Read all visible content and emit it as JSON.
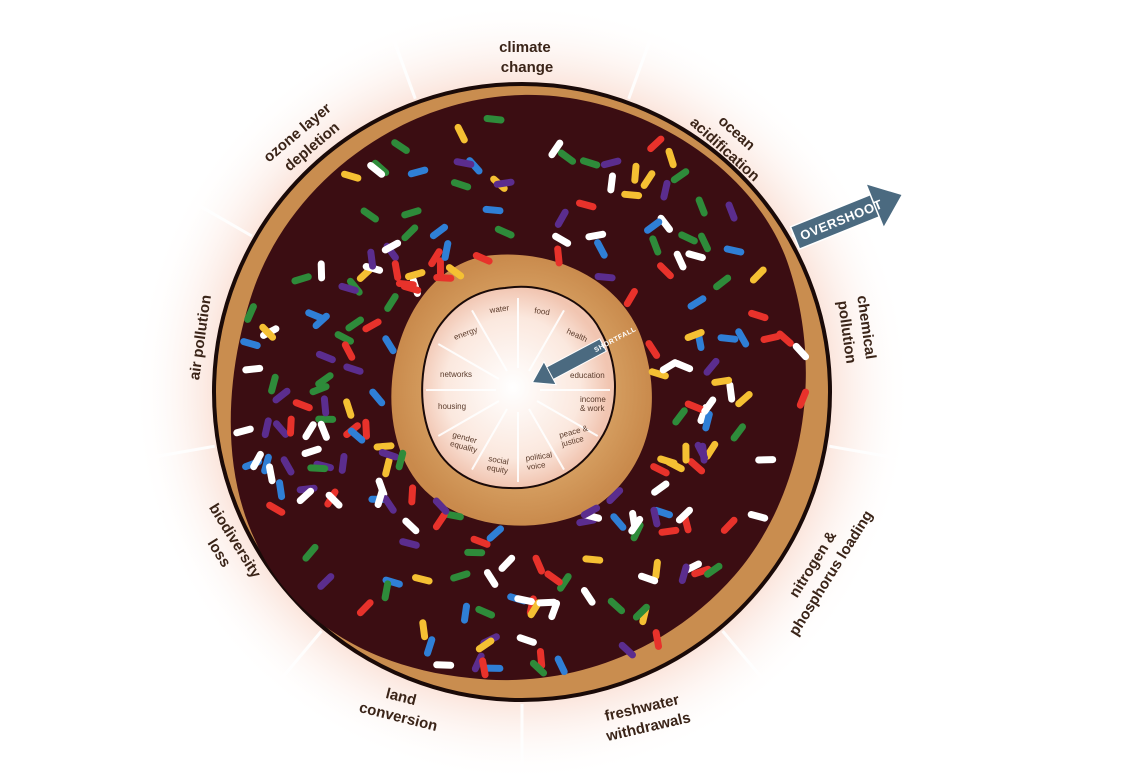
{
  "outer_labels": {
    "climate_change": [
      "climate",
      "change"
    ],
    "ocean_acidification": [
      "ocean",
      "acidification"
    ],
    "chemical_pollution": [
      "chemical",
      "pollution"
    ],
    "nitrogen_phosphorus": [
      "nitrogen &",
      "phosphorus loading"
    ],
    "freshwater_withdrawals": [
      "freshwater",
      "withdrawals"
    ],
    "land_conversion": [
      "land",
      "conversion"
    ],
    "biodiversity_loss": [
      "biodiversity",
      "loss"
    ],
    "air_pollution": [
      "air pollution"
    ],
    "ozone_depletion": [
      "ozone layer",
      "depletion"
    ]
  },
  "overshoot_label": "OVERSHOOT",
  "shortfall_label": "SHORTFALL",
  "inner_labels": {
    "water": "water",
    "food": "food",
    "health": "health",
    "energy": "energy",
    "education": "education",
    "networks": "networks",
    "income_work": [
      "income",
      "& work"
    ],
    "housing": "housing",
    "peace_justice": [
      "peace &",
      "justice"
    ],
    "gender_equality": [
      "gender",
      "equality"
    ],
    "social_equity": [
      "social",
      "equity"
    ],
    "political_voice": [
      "political",
      "voice"
    ]
  },
  "colors": {
    "glow": "#f7c9b8",
    "dough": "#c98d4f",
    "dough_light": "#d8a468",
    "chocolate": "#3b0d12",
    "outline": "#1a0a08",
    "arrow": "#4b6a80",
    "sprinkles": [
      "#ffffff",
      "#e8322b",
      "#2f7fd6",
      "#f5c033",
      "#2e8b3a",
      "#5b2d8e"
    ]
  }
}
